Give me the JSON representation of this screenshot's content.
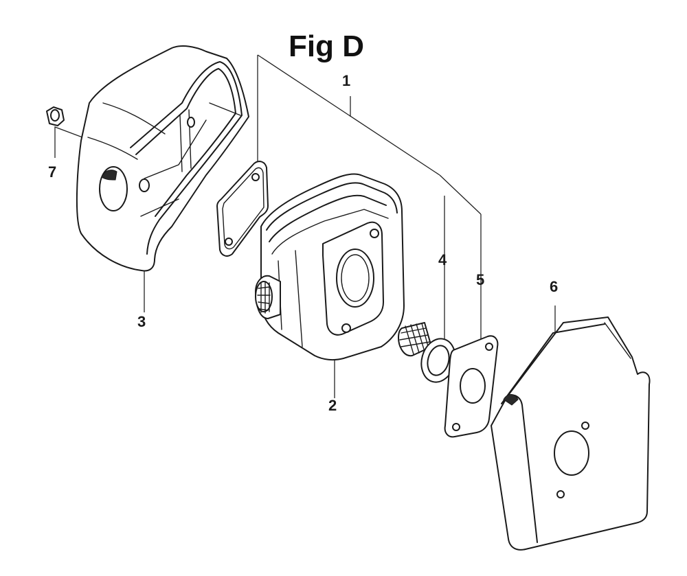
{
  "figure": {
    "title": "Fig D"
  },
  "callouts": {
    "c1": "1",
    "c2": "2",
    "c3": "3",
    "c4": "4",
    "c5": "5",
    "c6": "6",
    "c7": "7"
  },
  "colors": {
    "line": "#1a1a1a",
    "background": "#ffffff"
  }
}
